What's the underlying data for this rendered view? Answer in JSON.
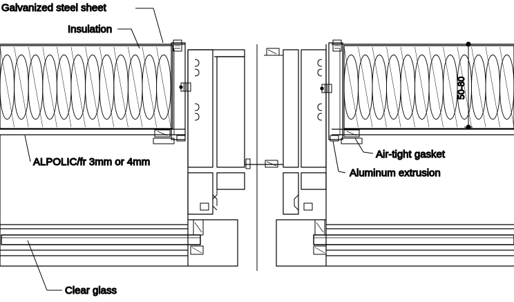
{
  "labels": {
    "galvanized": "Galvanized steel sheet",
    "insulation": "Insulation",
    "alpolic": "ALPOLIC/fr 3mm or 4mm",
    "gasket": "Air-tight gasket",
    "extrusion": "Aluminum extrusion",
    "glass": "Clear glass",
    "dimension": "50-80"
  },
  "colors": {
    "line": "#000000",
    "background": "#ffffff"
  }
}
